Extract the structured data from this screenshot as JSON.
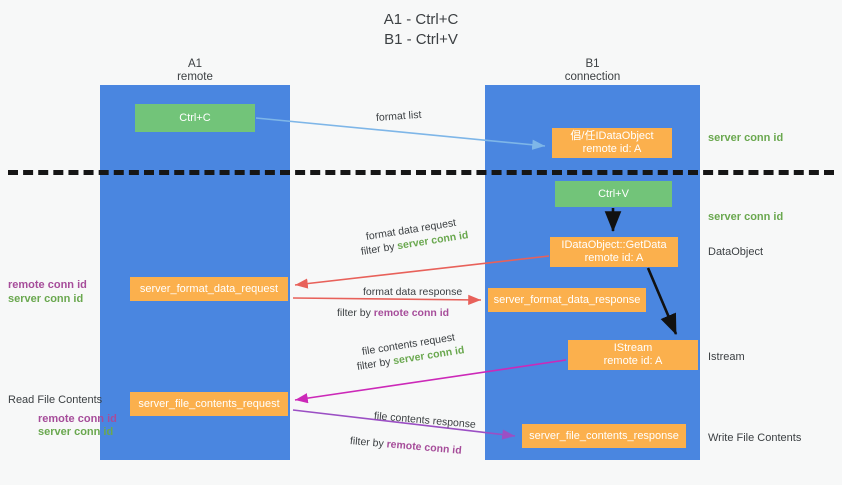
{
  "title": {
    "line1": "A1 - Ctrl+C",
    "line2": "B1 - Ctrl+V"
  },
  "lanes": {
    "a": {
      "name": "A1",
      "role": "remote"
    },
    "b": {
      "name": "B1",
      "role": "connection"
    }
  },
  "boxes": {
    "ctrl_c": {
      "label": "Ctrl+C"
    },
    "idataobject_top": {
      "line1": "倡/任IDataObject",
      "line2": "remote id: A"
    },
    "ctrl_v": {
      "label": "Ctrl+V"
    },
    "getdata": {
      "line1": "IDataObject::GetData",
      "line2": "remote id: A"
    },
    "server_format_data_request": {
      "label": "server_format_data_request"
    },
    "server_format_data_response": {
      "label": "server_format_data_response"
    },
    "istream": {
      "line1": "IStream",
      "line2": "remote id: A"
    },
    "server_file_contents_request": {
      "label": "server_file_contents_request"
    },
    "server_file_contents_response": {
      "label": "server_file_contents_response"
    }
  },
  "edge_labels": {
    "format_list": "format list",
    "format_data_request": "format data request",
    "format_data_request_filter_prefix": "filter by ",
    "format_data_request_filter_value": "server conn id",
    "format_data_response": "format data response",
    "format_data_response_filter_prefix": "filter by ",
    "format_data_response_filter_value": "remote conn id",
    "file_contents_request": "file contents request",
    "file_contents_request_filter_prefix": "filter by ",
    "file_contents_request_filter_value": "server conn id",
    "file_contents_response": "file contents response",
    "file_contents_response_filter_prefix": "filter by ",
    "file_contents_response_filter_value": "remote conn id"
  },
  "side_labels": {
    "server_conn_id_top": "server conn id",
    "server_conn_id_mid": "server conn id",
    "dataobject": "DataObject",
    "istream": "Istream",
    "write_file_contents": "Write File Contents",
    "read_file_contents": "Read File Contents",
    "remote_conn_id_mid": "remote conn id",
    "server_conn_id_left_mid": "server conn id",
    "remote_conn_id_bottom": "remote conn id",
    "server_conn_id_bottom": "server conn id"
  },
  "colors": {
    "lane": "#4a86e0",
    "green_box": "#72c479",
    "orange_box": "#fbb04d",
    "green_text": "#6aa84f",
    "purple_text": "#a64d9a",
    "arrow_blue": "#7eb6e8",
    "arrow_red": "#e8615a",
    "arrow_magenta": "#cc29b8",
    "arrow_purple": "#9b4fc4",
    "arrow_black": "#111111",
    "background": "#f7f8f8"
  }
}
